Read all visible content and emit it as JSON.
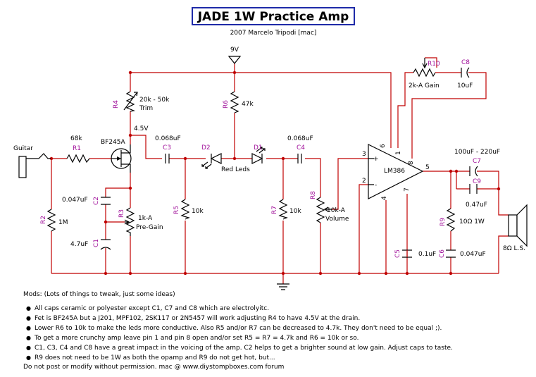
{
  "title": "JADE 1W Practice Amp",
  "subtitle": "2007 Marcelo Tripodi [mac]",
  "supply": "9V",
  "components": {
    "R1": {
      "ref": "R1",
      "value": "68k"
    },
    "R2": {
      "ref": "R2",
      "value": "1M"
    },
    "R3": {
      "ref": "R3",
      "value": "1k-A",
      "value2": "Pre-Gain"
    },
    "R4": {
      "ref": "R4",
      "value": "20k - 50k",
      "value2": "Trim"
    },
    "R5": {
      "ref": "R5",
      "value": "10k"
    },
    "R6": {
      "ref": "R6",
      "value": "47k"
    },
    "R7": {
      "ref": "R7",
      "value": "10k"
    },
    "R8": {
      "ref": "R8",
      "value": "10k-A",
      "value2": "Volume"
    },
    "R9": {
      "ref": "R9",
      "value": "10Ω 1W"
    },
    "R10": {
      "ref": "R10",
      "value": "2k-A Gain"
    },
    "C1": {
      "ref": "C1",
      "value": "4.7uF"
    },
    "C2": {
      "ref": "C2",
      "value": "0.047uF"
    },
    "C3": {
      "ref": "C3",
      "value": "0.068uF"
    },
    "C4": {
      "ref": "C4",
      "value": "0.068uF"
    },
    "C5": {
      "ref": "C5",
      "value": "0.1uF"
    },
    "C6": {
      "ref": "C6",
      "value": "0.047uF"
    },
    "C7": {
      "ref": "C7",
      "value": "100uF - 220uF"
    },
    "C8": {
      "ref": "C8",
      "value": "10uF"
    },
    "C9": {
      "ref": "C9",
      "value": "0.47uF"
    },
    "D1": {
      "ref": "D1"
    },
    "D2": {
      "ref": "D2"
    },
    "leds_label": "Red Leds",
    "Q1": {
      "value": "BF245A"
    },
    "drain_voltage": "4.5V",
    "U1": {
      "value": "LM386",
      "plus": "+",
      "minus": "-"
    },
    "speaker": "8Ω L.S.",
    "input": "Guitar"
  },
  "pins": [
    "3",
    "2",
    "4",
    "6",
    "1",
    "8",
    "5",
    "7"
  ],
  "notes": {
    "heading": "Mods: (Lots of things to tweak, just some ideas)",
    "items": [
      "All caps ceramic or polyester except C1, C7 and C8 which are electrolyitc.",
      "Fet is BF245A but a J201, MPF102, 2SK117 or 2N5457 will work adjusting R4 to have 4.5V at the drain.",
      "Lower R6 to 10k to make the leds more conductive. Also R5 and/or R7 can be decreased to 4.7k. They don't need to be equal ;).",
      "To get a more crunchy amp leave pin 1 and pin 8 open and/or set R5 = R7 = 4.7k and R6 = 10k or so.",
      "C1, C3, C4 and C8 have a great impact in the voicing of the amp. C2 helps to get a brighter sound at low gain. Adjust caps to taste.",
      "R9 does not need to be 1W as both the opamp and R9 do not get hot, but..."
    ],
    "footer": "Do not post or modify without permission. mac @ www.diystompboxes.com forum"
  }
}
